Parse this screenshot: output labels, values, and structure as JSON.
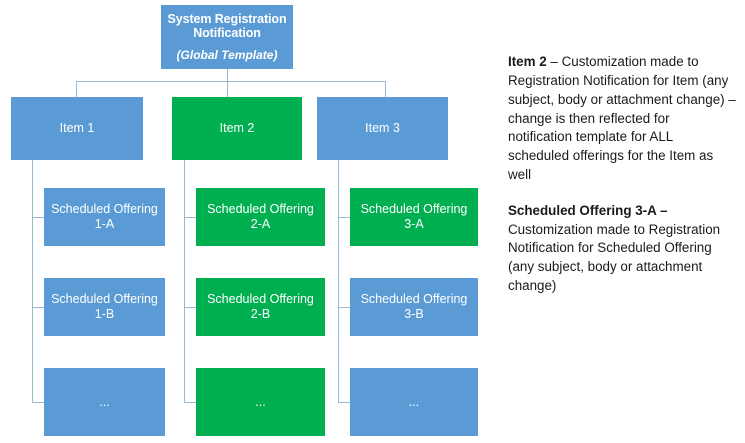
{
  "diagram": {
    "colors": {
      "blue": "#5b9bd5",
      "green": "#00b050",
      "connector": "#9cb9d4",
      "node_text": "#ffffff",
      "note_text": "#1a1a1a"
    },
    "root": {
      "title": "System Registration Notification",
      "subtitle": "(Global Template)",
      "color": "blue"
    },
    "items": [
      {
        "label": "Item 1",
        "color": "blue"
      },
      {
        "label": "Item 2",
        "color": "green"
      },
      {
        "label": "Item 3",
        "color": "blue"
      }
    ],
    "offerings": {
      "row_a": [
        {
          "line1": "Scheduled Offering",
          "line2": "1-A",
          "color": "blue"
        },
        {
          "line1": "Scheduled Offering",
          "line2": "2-A",
          "color": "green"
        },
        {
          "line1": "Scheduled Offering",
          "line2": "3-A",
          "color": "green"
        }
      ],
      "row_b": [
        {
          "line1": "Scheduled Offering",
          "line2": "1-B",
          "color": "blue"
        },
        {
          "line1": "Scheduled Offering",
          "line2": "2-B",
          "color": "green"
        },
        {
          "line1": "Scheduled Offering",
          "line2": "3-B",
          "color": "blue"
        }
      ],
      "row_c": [
        {
          "line1": "...",
          "color": "blue"
        },
        {
          "line1": "...",
          "color": "green"
        },
        {
          "line1": "...",
          "color": "blue"
        }
      ]
    }
  },
  "notes": [
    {
      "lead": "Item 2",
      "body": " – Customization made to Registration Notification for Item (any subject, body or attachment change) – change is then reflected for notification template for ALL scheduled offerings for the Item as well"
    },
    {
      "lead": "Scheduled Offering 3-A – ",
      "body": "Customization made to Registration Notification for Scheduled Offering (any subject, body or attachment change)"
    }
  ]
}
